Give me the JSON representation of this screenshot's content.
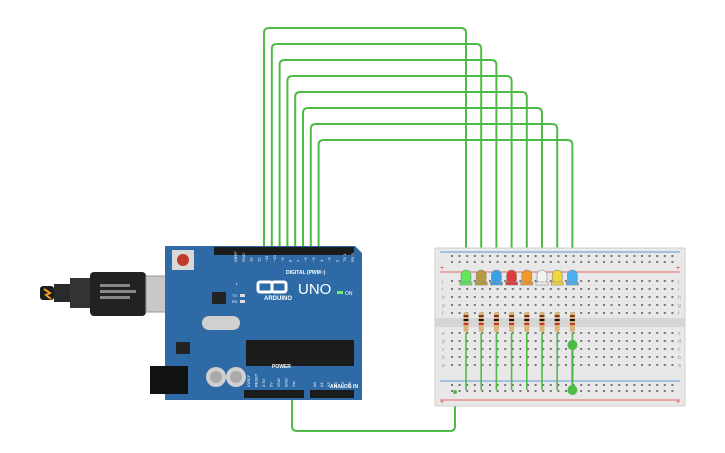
{
  "board": {
    "model": "UNO",
    "brand": "ARDUINO",
    "digital_label": "DIGITAL (PWM~)",
    "analog_label": "ANALOG IN",
    "power_label": "POWER",
    "on_label": "ON",
    "tx_label": "TX",
    "rx_label": "RX",
    "l_label": "L",
    "digital_pins": [
      "AREF",
      "GND",
      "13",
      "12",
      "~11",
      "~10",
      "~9",
      "8",
      "7",
      "~6",
      "~5",
      "4",
      "~3",
      "2",
      "TX 1",
      "RX 0"
    ],
    "power_pins": [
      "IOREF",
      "RESET",
      "3.3V",
      "5V",
      "GND",
      "GND",
      "Vin"
    ],
    "analog_pins": [
      "A0",
      "A1",
      "A2",
      "A3",
      "A4",
      "A5"
    ]
  },
  "breadboard": {
    "row_letters_top": [
      "j",
      "i",
      "h",
      "g",
      "f"
    ],
    "row_letters_bottom": [
      "e",
      "d",
      "c",
      "b",
      "a"
    ],
    "plus": "+",
    "minus": "-"
  },
  "leds": [
    {
      "color": "#5ee85a",
      "pin": "13"
    },
    {
      "color": "#b89a3c",
      "pin": "12"
    },
    {
      "color": "#3aa0e8",
      "pin": "11"
    },
    {
      "color": "#e23a3a",
      "pin": "10"
    },
    {
      "color": "#f09a2a",
      "pin": "9"
    },
    {
      "color": "#f2f2f2",
      "pin": "8"
    },
    {
      "color": "#f2d53a",
      "pin": "7"
    },
    {
      "color": "#4ab0f0",
      "pin": "6"
    }
  ],
  "colors": {
    "wire": "#4dbb45",
    "board": "#2e6ba6",
    "breadboard": "#e8e8e8",
    "usb": "#222222"
  }
}
